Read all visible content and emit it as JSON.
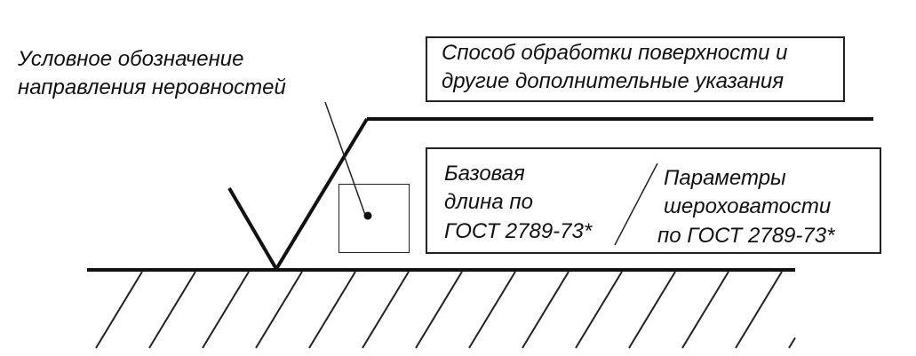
{
  "labels": {
    "direction_line1": "Условное обозначение",
    "direction_line2": "направления неровностей",
    "method_line1": "Способ обработки поверхности и",
    "method_line2": "другие дополнительные указания",
    "base_line1": "Базовая",
    "base_line2": "длина по",
    "base_line3": "ГОСТ 2789-73*",
    "params_line1": "Параметры",
    "params_line2": "шероховатости",
    "params_line3": "по ГОСТ 2789-73*"
  },
  "colors": {
    "line": "#111111",
    "text": "#111111",
    "background": "#ffffff"
  }
}
